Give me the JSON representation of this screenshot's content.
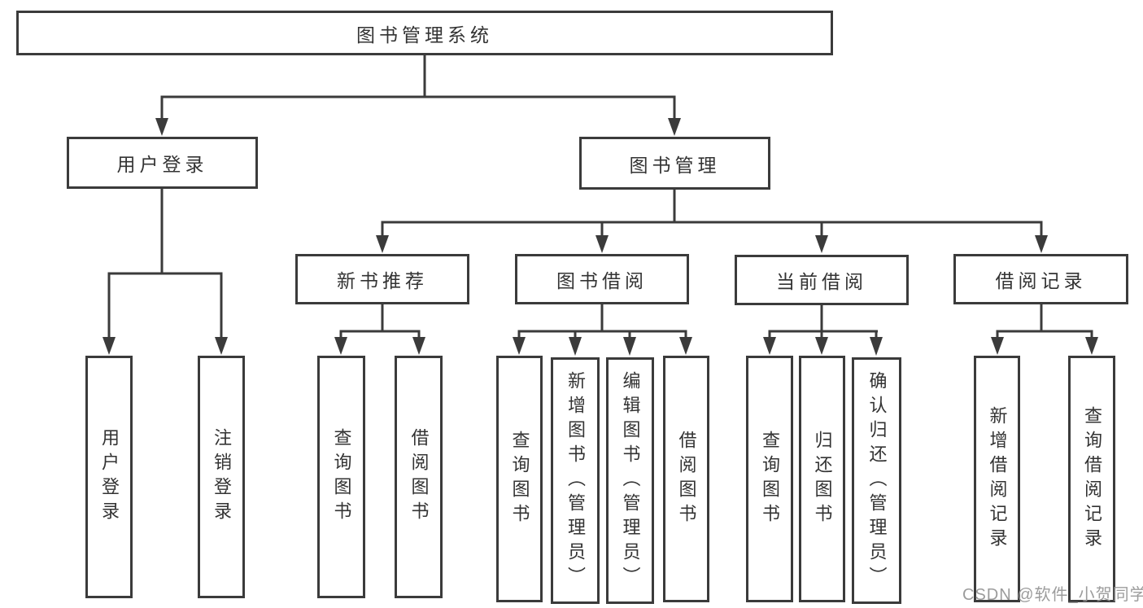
{
  "diagram": {
    "title_node": {
      "label": "图书管理系统"
    },
    "level2": {
      "user_login": {
        "label": "用户登录"
      },
      "book_mgmt": {
        "label": "图书管理"
      }
    },
    "level3": {
      "new_book_rec": {
        "label": "新书推荐"
      },
      "book_borrow": {
        "label": "图书借阅"
      },
      "current_borrow": {
        "label": "当前借阅"
      },
      "borrow_records": {
        "label": "借阅记录"
      }
    },
    "leaves": {
      "user_login": {
        "label": "用户登录"
      },
      "logout": {
        "label": "注销登录"
      },
      "query_book_1": {
        "label": "查询图书"
      },
      "borrow_book_1": {
        "label": "借阅图书"
      },
      "query_book_2": {
        "label": "查询图书"
      },
      "add_book": {
        "label": "新增图书（管理员）"
      },
      "edit_book": {
        "label": "编辑图书（管理员）"
      },
      "borrow_book_2": {
        "label": "借阅图书"
      },
      "query_book_3": {
        "label": "查询图书"
      },
      "return_book": {
        "label": "归还图书"
      },
      "confirm_return": {
        "label": "确认归还（管理员）"
      },
      "add_record": {
        "label": "新增借阅记录"
      },
      "query_record": {
        "label": "查询借阅记录"
      }
    },
    "colors": {
      "line": "#3b3b3b",
      "text": "#333333",
      "background": "#ffffff",
      "watermark": "#949494"
    }
  },
  "watermark": {
    "text": "CSDN @软件_小贺同学"
  }
}
